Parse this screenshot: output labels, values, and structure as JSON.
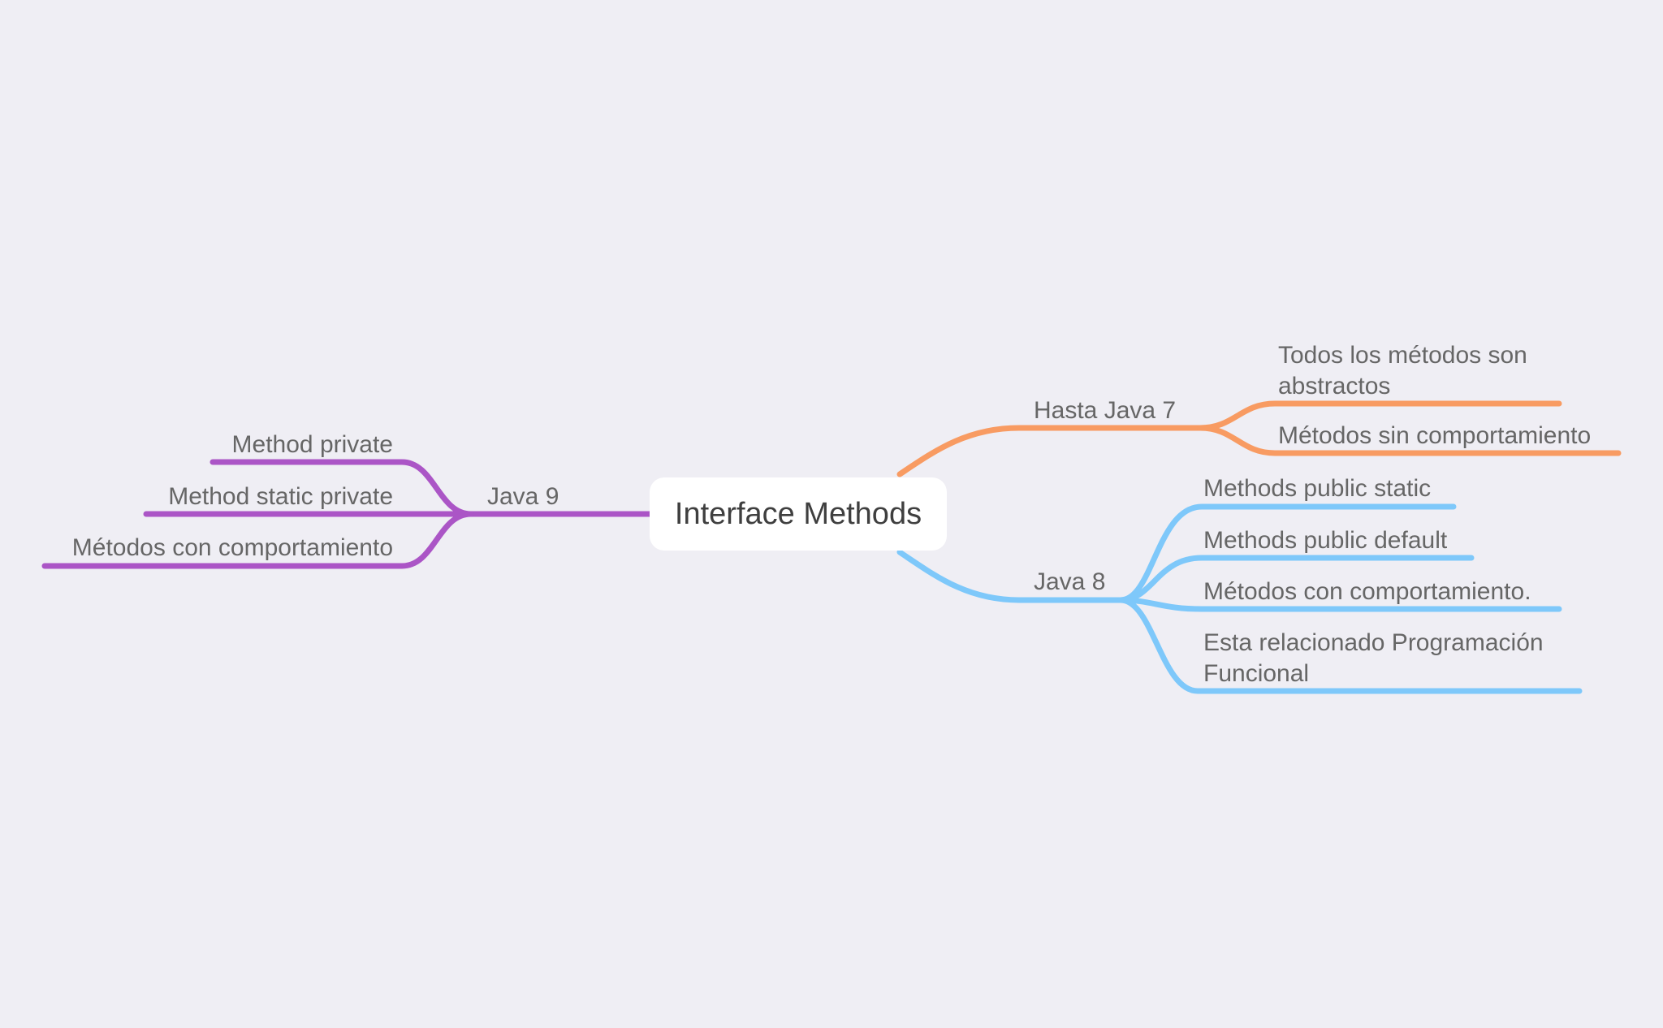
{
  "root": {
    "label": "Interface Methods"
  },
  "branches": {
    "hasta_java_7": {
      "label": "Hasta Java 7",
      "color": "#f89b62",
      "items": [
        "Todos los métodos son",
        "abstractos",
        "Métodos sin comportamiento"
      ]
    },
    "java_8": {
      "label": "Java 8",
      "color": "#7ec8fa",
      "items": [
        "Methods public static",
        "Methods public default",
        "Métodos con comportamiento.",
        "Esta relacionado Programación",
        "Funcional"
      ]
    },
    "java_9": {
      "label": "Java 9",
      "color": "#ab55c6",
      "items": [
        "Method private",
        "Method static private",
        "Métodos con comportamiento"
      ]
    }
  }
}
